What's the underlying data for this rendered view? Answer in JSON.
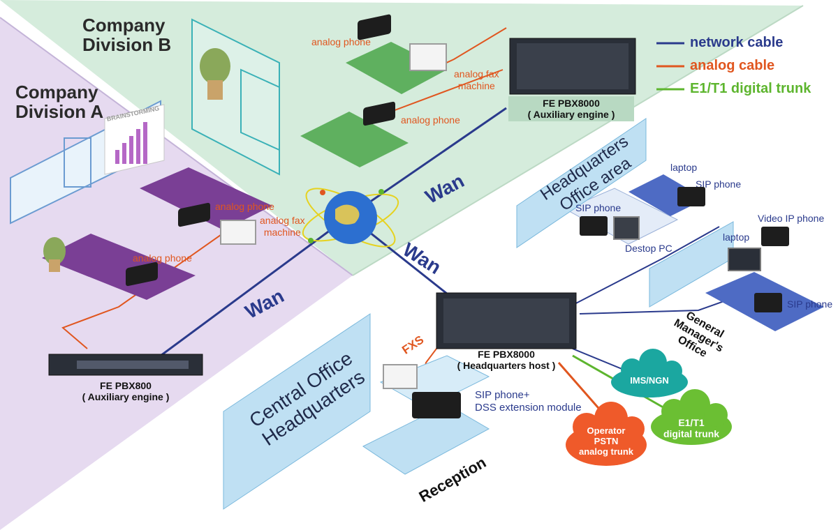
{
  "regions": {
    "division_b": "Company\nDivision B",
    "division_a": "Company\nDivision A",
    "hq_office": "Headquarters\nOffice area",
    "central_office": "Central Office\nHeadquarters",
    "gm_office": "General\nManager's\nOffice",
    "reception": "Reception"
  },
  "legend": {
    "network_cable": "network cable",
    "analog_cable": "analog cable",
    "e1t1": "E1/T1 digital trunk"
  },
  "colors": {
    "network_cable": "#2a3a8c",
    "analog_cable": "#e0561f",
    "e1t1": "#5db52e",
    "division_b_bg": "#cfe8d8",
    "division_a_bg": "#e3d6ee",
    "panel_bg": "#bfe0f3",
    "ims_cloud": "#1ba7a0",
    "pstn_cloud": "#ef5a2a",
    "e1t1_cloud": "#6bbf33"
  },
  "wan_labels": [
    "Wan",
    "Wan",
    "Wan"
  ],
  "devices": {
    "aux_b": {
      "name": "FE PBX8000",
      "role": "( Auxiliary engine )"
    },
    "hq_host": {
      "name": "FE PBX8000",
      "role": "( Headquarters host )"
    },
    "aux_a": {
      "name": "FE PBX800",
      "role": "( Auxiliary engine )"
    }
  },
  "labels": {
    "b_analog_phone_1": "analog phone",
    "b_analog_fax": "analog fax\nmachine",
    "b_analog_phone_2": "analog phone",
    "a_analog_phone_1": "analog phone",
    "a_analog_fax": "analog fax\nmachine",
    "a_analog_phone_2": "analog phone",
    "hq_laptop": "laptop",
    "hq_sip_phone_1": "SIP phone",
    "hq_sip_phone_2": "SIP phone",
    "hq_desktop_pc": "Destop PC",
    "gm_video_phone": "Video IP phone",
    "gm_laptop": "laptop",
    "gm_sip_phone": "SIP phone",
    "fxs": "FXS",
    "reception_phone": "SIP phone+\nDSS extension module"
  },
  "clouds": {
    "ims": "IMS/NGN",
    "pstn": "Operator\nPSTN\nanalog trunk",
    "e1t1": "E1/T1\ndigital trunk"
  },
  "whiteboard": "BRAINSTORMING"
}
